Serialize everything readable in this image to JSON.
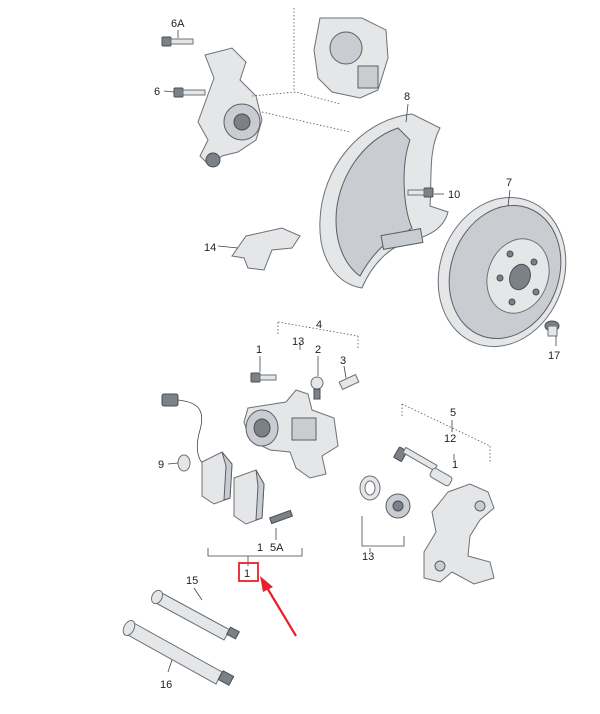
{
  "labels": {
    "l6a": "6A",
    "l6": "6",
    "l8": "8",
    "l10": "10",
    "l7": "7",
    "l14": "14",
    "l4": "4",
    "l13a": "13",
    "l2": "2",
    "l1a": "1",
    "l3": "3",
    "l17": "17",
    "l9": "9",
    "l5": "5",
    "l12": "12",
    "l1b": "1",
    "l1c": "1",
    "l5a": "5A",
    "l1d": "1",
    "l13b": "13",
    "l15": "15",
    "l16": "16"
  },
  "colors": {
    "highlight": "#e8202a",
    "arrow": "#e8202a"
  }
}
